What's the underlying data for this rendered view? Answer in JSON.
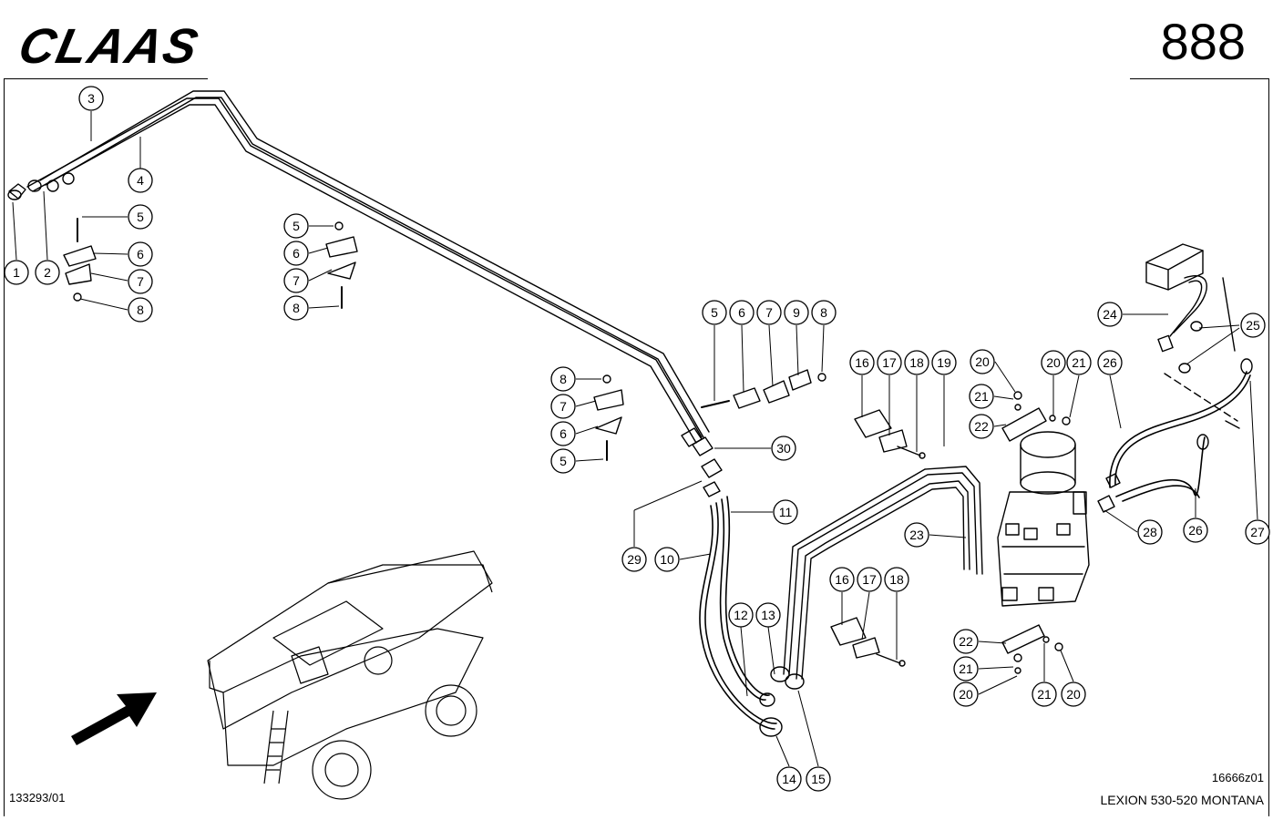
{
  "header": {
    "brand": "CLAAS",
    "page_number": "888"
  },
  "footer": {
    "drawing_ref": "133293/01",
    "figure_code": "16666z01",
    "model": "LEXION 530-520 MONTANA"
  },
  "callouts": [
    "1",
    "2",
    "3",
    "4",
    "5",
    "6",
    "7",
    "8",
    "5",
    "6",
    "7",
    "8",
    "8",
    "7",
    "6",
    "5",
    "5",
    "6",
    "7",
    "9",
    "8",
    "30",
    "11",
    "29",
    "10",
    "16",
    "17",
    "18",
    "19",
    "20",
    "21",
    "20",
    "21",
    "22",
    "26",
    "24",
    "25",
    "23",
    "28",
    "26",
    "27",
    "12",
    "13",
    "16",
    "17",
    "18",
    "22",
    "21",
    "20",
    "21",
    "20",
    "14",
    "15"
  ]
}
